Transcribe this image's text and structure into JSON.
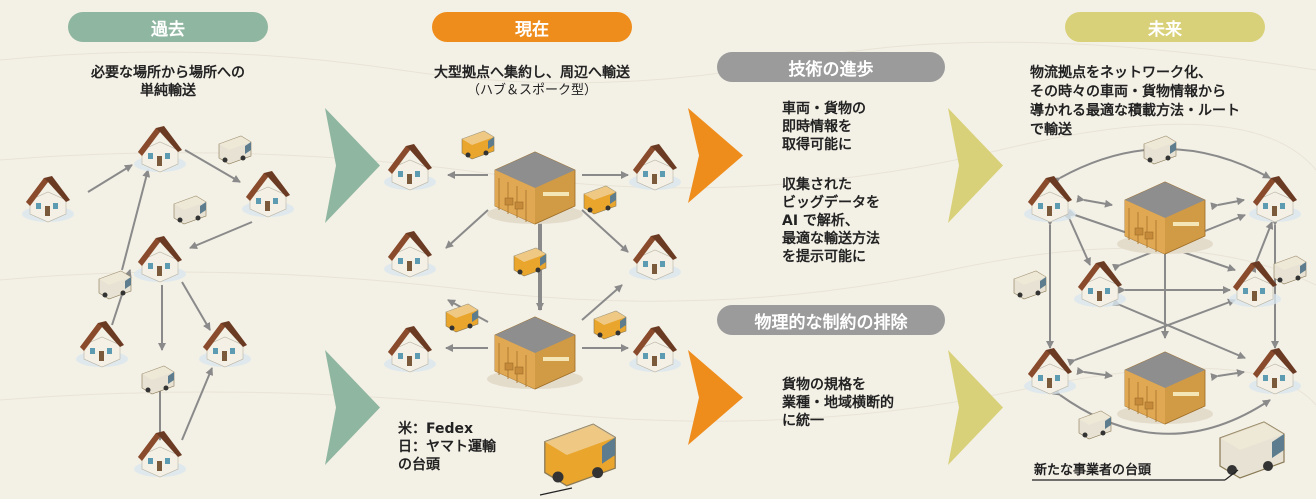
{
  "colors": {
    "past": "#8fb6a0",
    "present": "#ef8d1c",
    "future": "#d9d179",
    "tech": "#9b9b9b",
    "arrow": "#8a8a8a",
    "house_roof": "#6b3a22",
    "house_wall": "#f4f0e6",
    "warehouse": "#d19a45",
    "truck": "#e9a52c",
    "van": "#e7e2d3"
  },
  "past": {
    "header": "過去",
    "desc_line1": "必要な場所から場所への",
    "desc_line2": "単純輸送"
  },
  "present": {
    "header": "現在",
    "desc_line1": "大型拠点へ集約し、周辺へ輸送",
    "desc_line2": "（ハブ＆スポーク型）",
    "note_line1": "米：Fedex",
    "note_line2": "日：ヤマト運輸",
    "note_line3": "の台頭"
  },
  "tech": {
    "header": "技術の進歩",
    "p1_line1": "車両・貨物の",
    "p1_line2": "即時情報を",
    "p1_line3": "取得可能に",
    "p2_line1": "収集された",
    "p2_line2": "ビッグデータを",
    "p2_line3": "AI で解析、",
    "p2_line4": "最適な輸送方法",
    "p2_line5": "を提示可能に"
  },
  "physical": {
    "header": "物理的な制約の排除",
    "line1": "貨物の規格を",
    "line2": "業種・地域横断的",
    "line3": "に統一"
  },
  "future": {
    "header": "未来",
    "desc_line1": "物流拠点をネットワーク化、",
    "desc_line2": "その時々の車両・貨物情報から",
    "desc_line3": "導かれる最適な積載方法・ルート",
    "desc_line4": "で輸送",
    "note": "新たな事業者の台頭"
  }
}
